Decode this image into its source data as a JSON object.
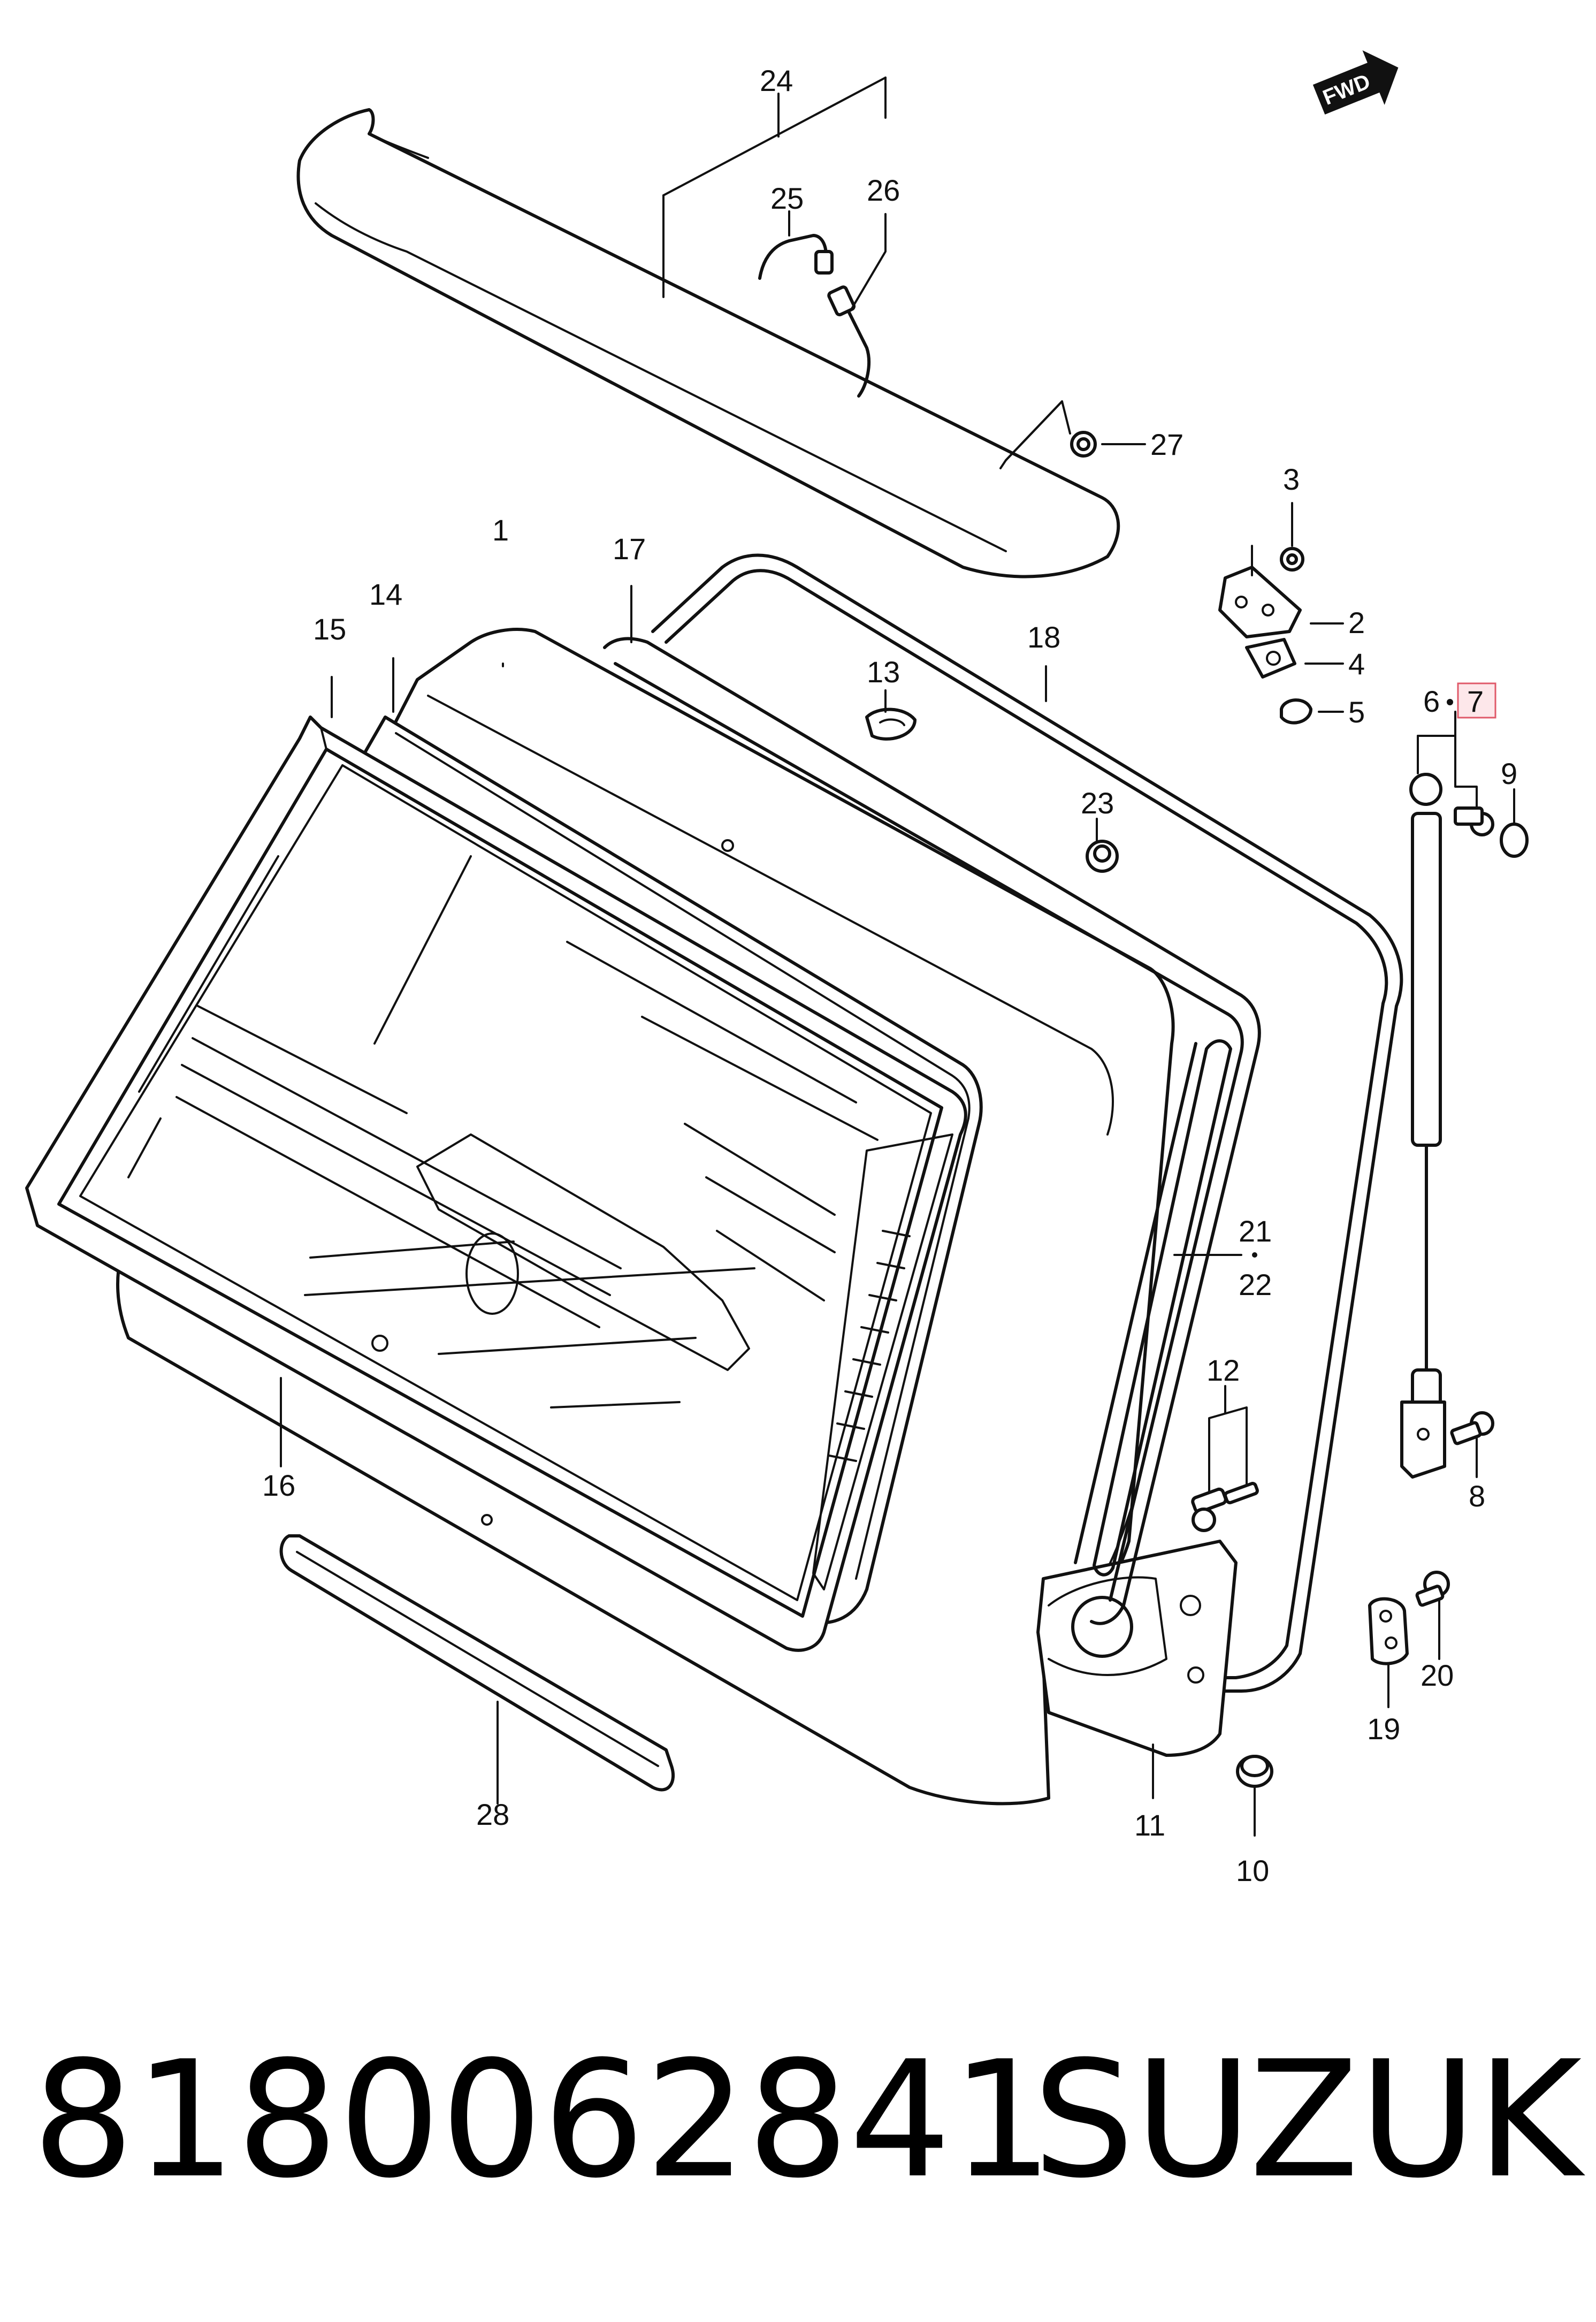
{
  "badge": {
    "fwd": "FWD"
  },
  "callouts": {
    "p1": "1",
    "p2": "2",
    "p3": "3",
    "p4": "4",
    "p5": "5",
    "p6": "6",
    "p7": "7",
    "p8": "8",
    "p9": "9",
    "p10": "10",
    "p11": "11",
    "p12": "12",
    "p13": "13",
    "p14": "14",
    "p15": "15",
    "p16": "16",
    "p17": "17",
    "p18": "18",
    "p19": "19",
    "p20": "20",
    "p21": "21",
    "p22": "22",
    "p23": "23",
    "p24": "24",
    "p25": "25",
    "p26": "26",
    "p27": "27",
    "p28": "28"
  },
  "highlight_color": "#e05a6a",
  "footer": {
    "part_number": "8180062841",
    "brand": "SUZUKI"
  }
}
